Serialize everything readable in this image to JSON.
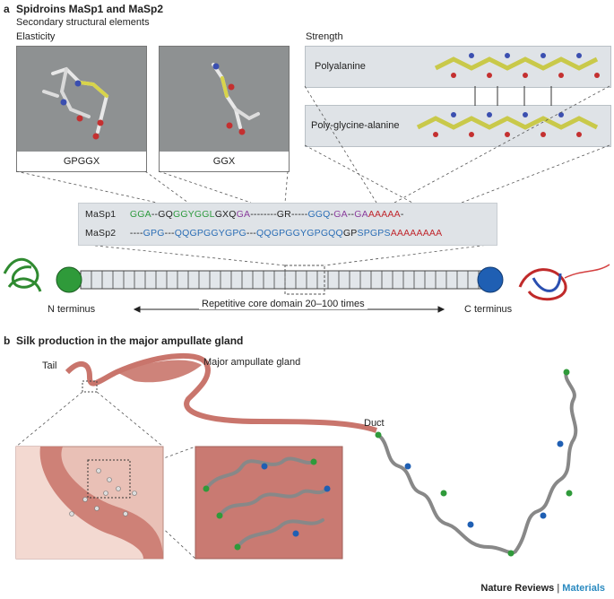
{
  "panel_a": {
    "letter": "a",
    "title": "Spidroins MaSp1 and MaSp2",
    "subtitle": "Secondary structural elements",
    "elasticity_label": "Elasticity",
    "strength_label": "Strength",
    "motif_1": "GPGGX",
    "motif_2": "GGX",
    "polyalanine": "Polyalanine",
    "poly_glycine_alanine": "Poly-glycine-alanine",
    "masp1_label": "MaSp1",
    "masp2_label": "MaSp2",
    "masp1_segments": [
      {
        "text": "GGA",
        "color": "#2e9a3e"
      },
      {
        "text": "--GQ",
        "color": "#222222"
      },
      {
        "text": "GGYGGL",
        "color": "#2e9a3e"
      },
      {
        "text": "GXQ",
        "color": "#222222"
      },
      {
        "text": "GA",
        "color": "#8a3d9c"
      },
      {
        "text": "--------GR-----",
        "color": "#222222"
      },
      {
        "text": "GGQ",
        "color": "#2a6db5"
      },
      {
        "text": "-",
        "color": "#222222"
      },
      {
        "text": "GA",
        "color": "#8a3d9c"
      },
      {
        "text": "--",
        "color": "#222222"
      },
      {
        "text": "GA",
        "color": "#8a3d9c"
      },
      {
        "text": "AAAAA",
        "color": "#c0282e"
      },
      {
        "text": "-",
        "color": "#222222"
      }
    ],
    "masp2_segments": [
      {
        "text": "----",
        "color": "#222222"
      },
      {
        "text": "GPG",
        "color": "#2a6db5"
      },
      {
        "text": "---",
        "color": "#222222"
      },
      {
        "text": "QQGPGGYGPG",
        "color": "#2a6db5"
      },
      {
        "text": "---",
        "color": "#222222"
      },
      {
        "text": "QQGPGGYGPGQQ",
        "color": "#2a6db5"
      },
      {
        "text": "GP",
        "color": "#222222"
      },
      {
        "text": "SPGPS",
        "color": "#2a6db5"
      },
      {
        "text": "AAAAAAAA",
        "color": "#c0282e"
      }
    ],
    "n_terminus": "N terminus",
    "c_terminus": "C terminus",
    "core_domain": "Repetitive core domain 20–100 times"
  },
  "panel_b": {
    "letter": "b",
    "title": "Silk production in the major ampullate gland",
    "tail": "Tail",
    "gland": "Major ampullate gland",
    "duct": "Duct"
  },
  "footer": {
    "journal": "Nature Reviews",
    "separator": " | ",
    "section": "Materials"
  },
  "colors": {
    "green_terminus": "#2f9a3a",
    "blue_terminus": "#1f5fb3",
    "gland": "#c9756c",
    "tissue_bg": "#e9c0b6",
    "seq_bg": "#dfe3e7",
    "journal_accent": "#2a8ac0"
  }
}
